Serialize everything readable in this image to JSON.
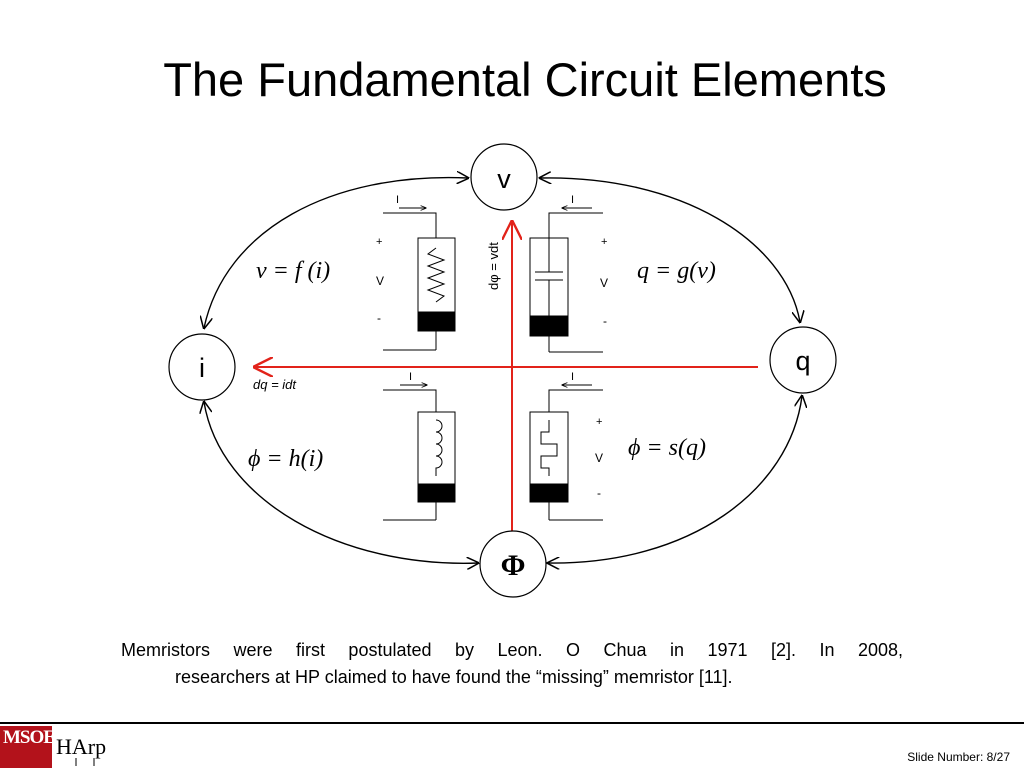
{
  "title": "The Fundamental Circuit Elements",
  "nodes": {
    "v": "v",
    "i": "i",
    "q": "q",
    "phi": "Φ"
  },
  "axes": {
    "vertical": "dφ = vdt",
    "horizontal": "dq = idt"
  },
  "elements": {
    "resistor": {
      "equation": "v = f (i)",
      "current": "I",
      "plus": "+",
      "voltage": "V",
      "minus": "-"
    },
    "capacitor": {
      "equation": "q = g(v)",
      "current": "I",
      "plus": "+",
      "voltage": "V",
      "minus": "-"
    },
    "inductor": {
      "equation": "ϕ = h(i)",
      "current": "I"
    },
    "memristor": {
      "equation": "ϕ = s(q)",
      "current": "I",
      "plus": "+",
      "voltage": "V",
      "minus": "-"
    }
  },
  "caption": {
    "line1": "Memristors were first postulated by Leon. O Chua in 1971 [2].  In 2008,",
    "line2": "researchers at HP claimed to have found the “missing” memristor [11]."
  },
  "footer": {
    "logo_text_top": "MSOE",
    "logo_text_right": "HArp",
    "slide_number": "Slide Number: 8/27"
  },
  "colors": {
    "accent": "#e2231a",
    "logo": "#b3121b"
  }
}
